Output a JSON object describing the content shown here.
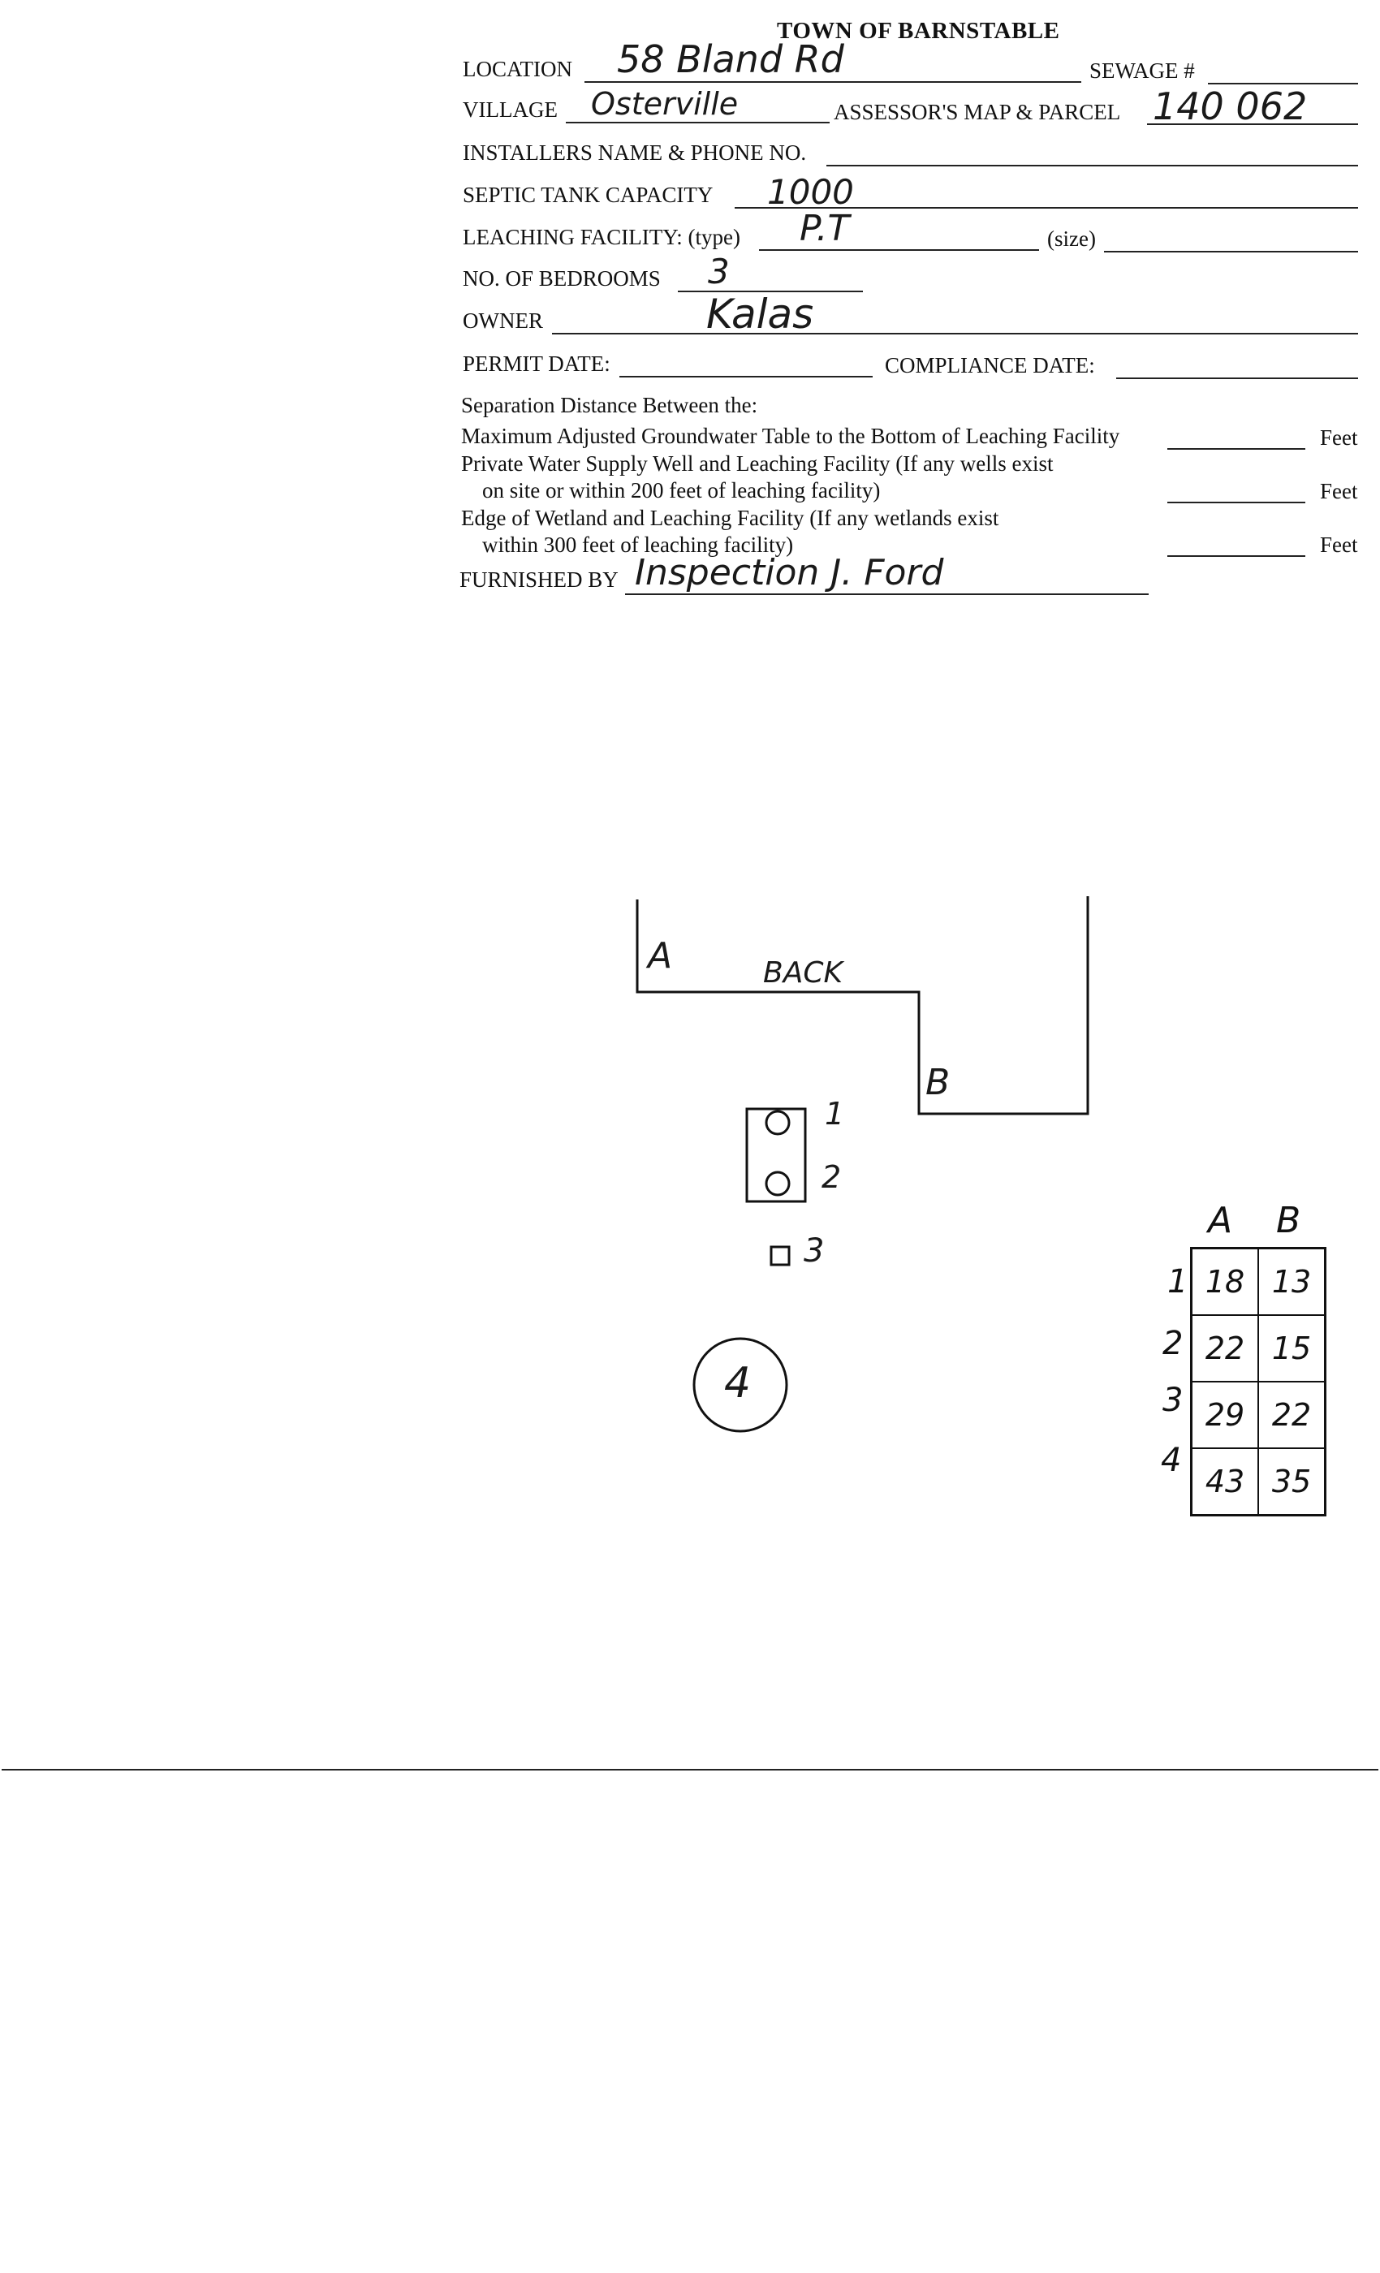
{
  "form": {
    "title": "TOWN OF BARNSTABLE",
    "labels": {
      "location": "LOCATION",
      "sewage": "SEWAGE #",
      "village": "VILLAGE",
      "assessor": "ASSESSOR'S MAP & PARCEL",
      "installers": "INSTALLERS NAME & PHONE NO.",
      "septic": "SEPTIC TANK CAPACITY",
      "leaching": "LEACHING FACILITY: (type)",
      "size": "(size)",
      "bedrooms": "NO. OF BEDROOMS",
      "owner": "OWNER",
      "permit_date": "PERMIT DATE:",
      "compliance_date": "COMPLIANCE DATE:",
      "separation_heading": "Separation Distance Between the:",
      "sep1": "Maximum Adjusted Groundwater Table to the Bottom of Leaching Facility",
      "sep2a": "Private Water Supply Well and Leaching Facility (If any wells exist",
      "sep2b": "on site or within 200 feet of leaching facility)",
      "sep3a": "Edge of Wetland and Leaching Facility (If any wetlands exist",
      "sep3b": "within 300 feet of leaching facility)",
      "feet": "Feet",
      "furnished_by": "FURNISHED BY"
    },
    "values": {
      "location": "58 Bland Rd",
      "village": "Osterville",
      "map_parcel": "140 062",
      "septic": "1000",
      "leaching_type": "P.T",
      "bedrooms": "3",
      "owner": "Kalas",
      "furnished_by": "Inspection   J. Ford"
    }
  },
  "sketch": {
    "label_a": "A",
    "label_b": "B",
    "label_back": "BACK",
    "marker_1": "1",
    "marker_2": "2",
    "marker_3": "3",
    "marker_4": "4"
  },
  "table": {
    "columns": [
      "A",
      "B"
    ],
    "rows": [
      {
        "label": "1",
        "a": "18",
        "b": "13"
      },
      {
        "label": "2",
        "a": "22",
        "b": "15"
      },
      {
        "label": "3",
        "a": "29",
        "b": "22"
      },
      {
        "label": "4",
        "a": "43",
        "b": "35"
      }
    ]
  }
}
